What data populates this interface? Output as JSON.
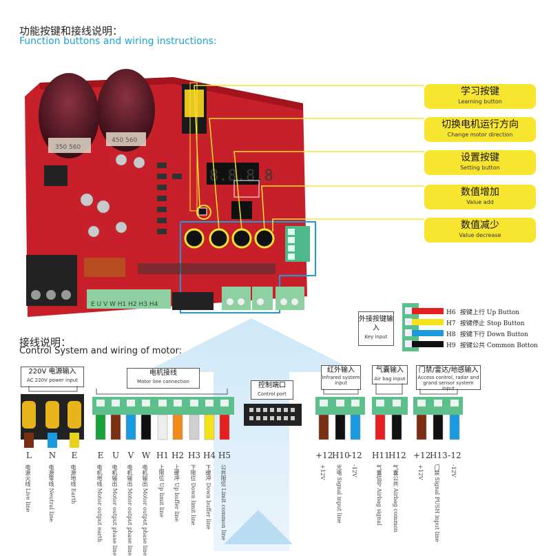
{
  "header": {
    "title_zh": "功能按键和接线说明：",
    "title_en": "Function buttons and wiring instructions:"
  },
  "board": {
    "cap_text_1": "350 560",
    "cap_text_2": "450 560",
    "display_digits": "8.8.8.8",
    "terminal_print": "E U V W H1 H2 H3 H4"
  },
  "callouts": [
    {
      "zh": "学习按键",
      "en": "Learning button"
    },
    {
      "zh": "切换电机运行方向",
      "en": "Change motor direction"
    },
    {
      "zh": "设置按键",
      "en": "Setting button"
    },
    {
      "zh": "数值增加",
      "en": "Value add"
    },
    {
      "zh": "数值减少",
      "en": "Value decrease"
    }
  ],
  "key_input": {
    "label_zh": "外接按键输入",
    "label_en": "Key input",
    "rows": [
      {
        "code": "H6",
        "zh": "按键上行",
        "en": "Up Button",
        "color": "#e62020"
      },
      {
        "code": "H7",
        "zh": "按键停止",
        "en": "Stop Button",
        "color": "#f5e21a"
      },
      {
        "code": "H8",
        "zh": "按键下行",
        "en": "Down Button",
        "color": "#1a9be0"
      },
      {
        "code": "H9",
        "zh": "按键公共",
        "en": "Common Botton",
        "color": "#111111"
      }
    ]
  },
  "wiring": {
    "title_zh": "接线说明：",
    "title_en": "Control System and wiring of motor:"
  },
  "groups": {
    "power": {
      "zh": "220V 电源输入",
      "en": "AC 220V power input"
    },
    "motor": {
      "zh": "电机接线",
      "en": "Motor line connection"
    },
    "control": {
      "zh": "控制端口",
      "en": "Control port"
    },
    "infrared": {
      "zh": "红外输入",
      "en": "Infrared system input"
    },
    "airbag": {
      "zh": "气囊输入",
      "en": "Air bag input"
    },
    "access": {
      "zh": "门禁/雷达/地感输入",
      "en": "Access control, radar and grand sensor system input"
    }
  },
  "terminals": {
    "power": [
      {
        "name": "L",
        "desc": "电源火线 Live line",
        "color": "#7a2e12"
      },
      {
        "name": "N",
        "desc": "电源零线 Neutral line",
        "color": "#1a9be0"
      },
      {
        "name": "E",
        "desc": "电源地线 Earth",
        "color": "#e9d21a"
      }
    ],
    "motor": [
      {
        "name": "E",
        "desc": "电机地线 Motor output earth",
        "color": "#1aa33a"
      },
      {
        "name": "U",
        "desc": "电机输出 Motor output phase line",
        "color": "#7a2e12"
      },
      {
        "name": "V",
        "desc": "电机输出 Motor output phase line",
        "color": "#1a9be0"
      },
      {
        "name": "W",
        "desc": "电机输出 Motor output phase line",
        "color": "#111111"
      },
      {
        "name": "H1",
        "desc": "上限位 Up limit line",
        "color": "#eeeeee"
      },
      {
        "name": "H2",
        "desc": "上缓冲 Up buffer line",
        "color": "#f08a1c"
      },
      {
        "name": "H3",
        "desc": "下限位 Down limit line",
        "color": "#cfcfcf"
      },
      {
        "name": "H4",
        "desc": "下缓冲 Down buffer line",
        "color": "#f5e21a"
      },
      {
        "name": "H5",
        "desc": "公共限位 Limit common line",
        "color": "#e62020"
      }
    ],
    "infrared": [
      {
        "name": "+12",
        "desc": "+12V",
        "color": "#7a2e12"
      },
      {
        "name": "H10",
        "desc": "光电 Signal input line",
        "color": "#111111"
      },
      {
        "name": "-12",
        "desc": "-12V",
        "color": "#1a9be0"
      }
    ],
    "airbag": [
      {
        "name": "H11",
        "desc": "气囊信号 Airbag signal",
        "color": "#e62020"
      },
      {
        "name": "H12",
        "desc": "气囊公共 Airbag common",
        "color": "#111111"
      }
    ],
    "access": [
      {
        "name": "+12",
        "desc": "+12V",
        "color": "#7a2e12"
      },
      {
        "name": "H13",
        "desc": "门禁 Signal PUSH input line",
        "color": "#111111"
      },
      {
        "name": "-12",
        "desc": "-12V",
        "color": "#1a9be0"
      }
    ]
  }
}
